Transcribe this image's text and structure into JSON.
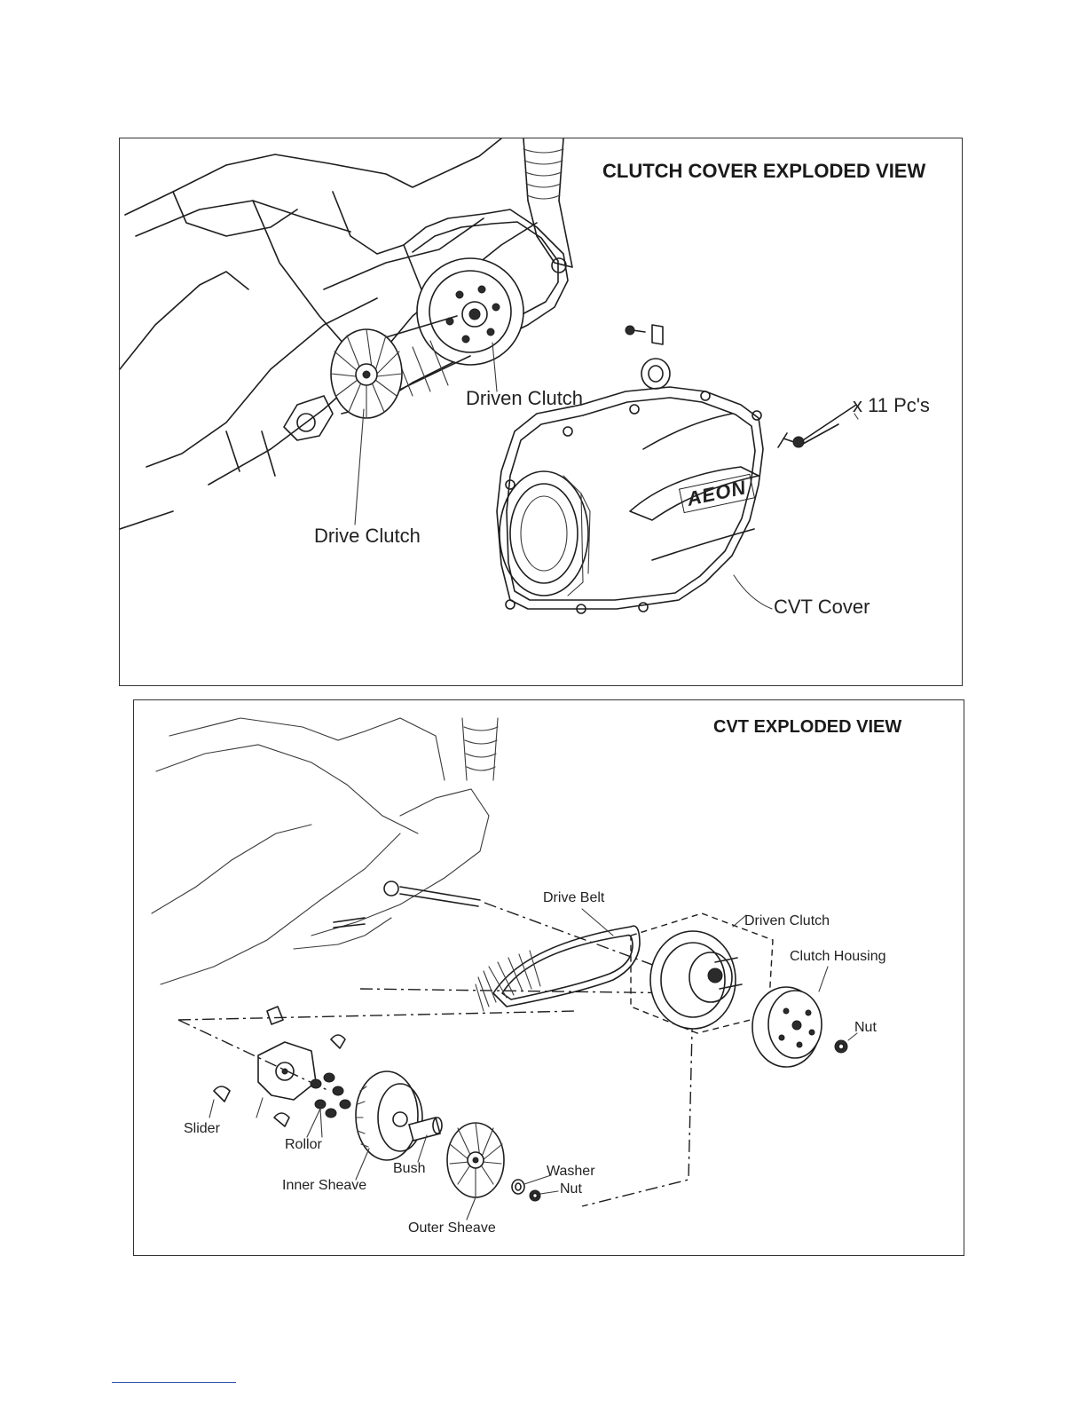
{
  "panel_clutch_cover": {
    "title": "CLUTCH COVER EXPLODED VIEW",
    "labels": {
      "driven_clutch": "Driven Clutch",
      "drive_clutch": "Drive Clutch",
      "bolt_count": "x 11 Pc's",
      "cvt_cover": "CVT Cover",
      "logo_text": "AEON"
    }
  },
  "panel_cvt": {
    "title": "CVT EXPLODED VIEW",
    "labels": {
      "drive_belt": "Drive Belt",
      "driven_clutch": "Driven Clutch",
      "clutch_housing": "Clutch Housing",
      "nut_top": "Nut",
      "slider": "Slider",
      "rollor": "Rollor",
      "inner_sheave": "Inner Sheave",
      "bush": "Bush",
      "washer": "Washer",
      "nut_bottom": "Nut",
      "outer_sheave": "Outer Sheave"
    }
  }
}
